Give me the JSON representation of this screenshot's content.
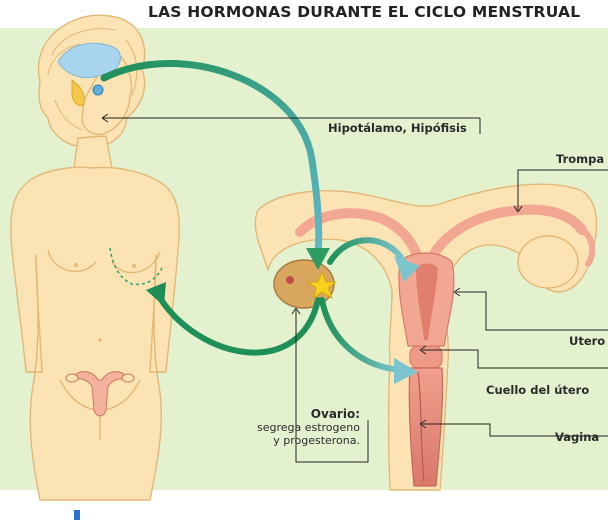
{
  "title": "LAS HORMONAS DURANTE EL CICLO MENSTRUAL",
  "labels": {
    "hipotalamo": "Hipotálamo, Hipófisis",
    "trompa": "Trompa",
    "utero": "Utero",
    "cuello": "Cuello del útero",
    "vagina": "Vagina",
    "ovario": "Ovario:",
    "ovario_desc_1": "segrega estrogeno",
    "ovario_desc_2": "y progesterona."
  },
  "colors": {
    "background": "#e4f1cf",
    "skin": "#fbe3b3",
    "skin_outline": "#e3b877",
    "uterus": "#f2a793",
    "arrow_start": "#1f8f58",
    "arrow_end": "#5fb8c6",
    "brain": "#a9d4ee"
  }
}
